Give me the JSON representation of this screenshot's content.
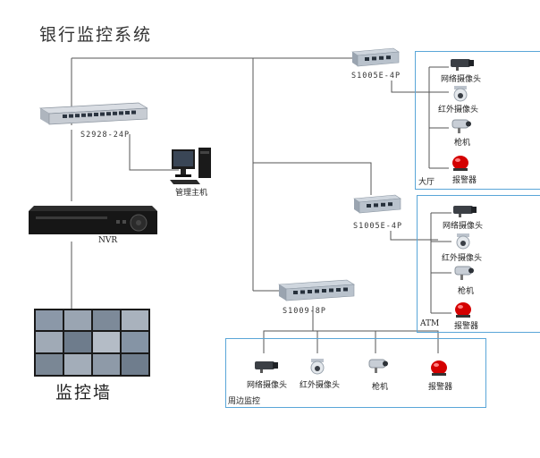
{
  "title": "银行监控系统",
  "devices": {
    "core_switch": "S2928-24P",
    "nvr": "NVR",
    "host": "管理主机",
    "wall": "监控墙",
    "switch_lobby": "S1005E-4P",
    "switch_atm": "S1005E-4P",
    "switch_perimeter": "S1009-8P"
  },
  "zones": {
    "lobby": {
      "name": "大厅",
      "items": [
        "网络摄像头",
        "红外摄像头",
        "枪机",
        "报警器"
      ]
    },
    "atm": {
      "name": "ATM",
      "items": [
        "网络摄像头",
        "红外摄像头",
        "枪机",
        "报警器"
      ]
    },
    "perimeter": {
      "name": "周边监控",
      "items": [
        "网络摄像头",
        "红外摄像头",
        "枪机",
        "报警器"
      ]
    }
  },
  "colors": {
    "line": "#555555",
    "zone_border": "#5aa6d8",
    "alarm": "#d40000"
  }
}
